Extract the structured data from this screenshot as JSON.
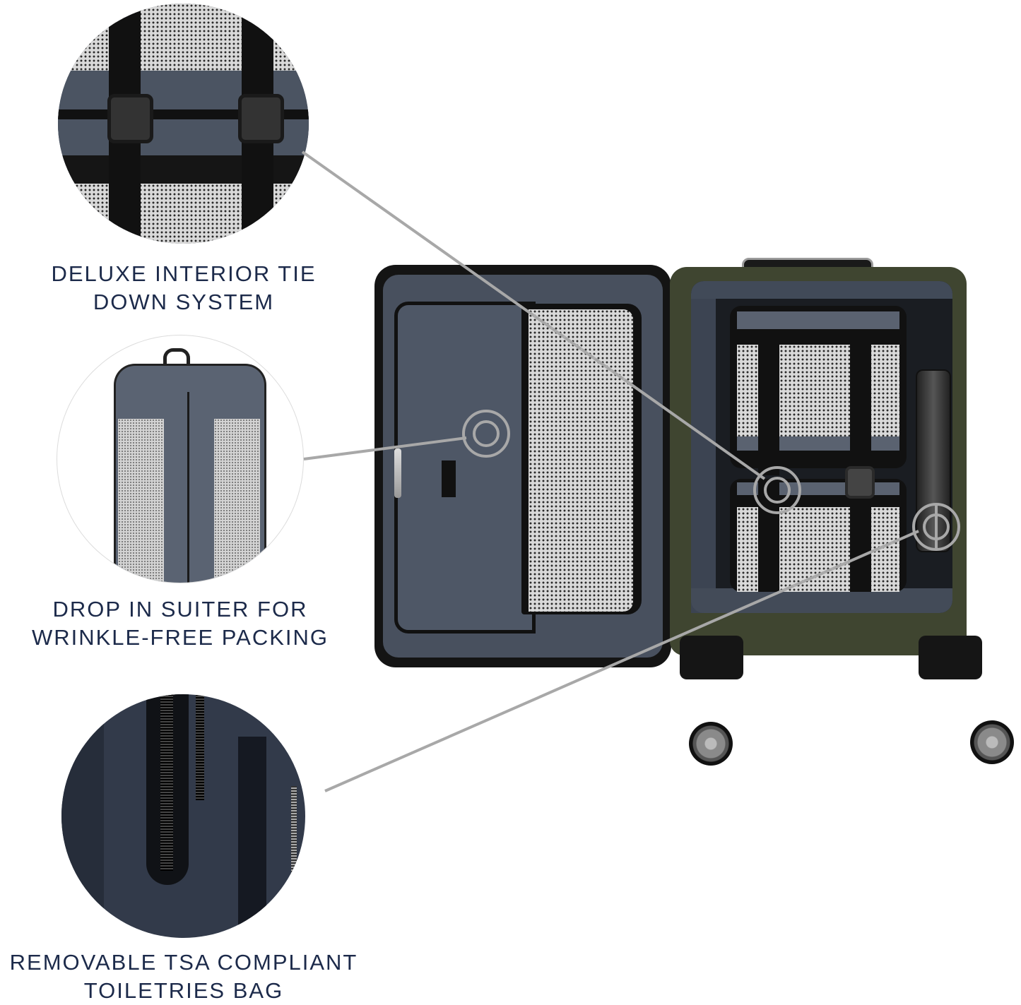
{
  "features": [
    {
      "id": "tie-down",
      "line1": "DELUXE INTERIOR TIE",
      "line2": "DOWN SYSTEM"
    },
    {
      "id": "suiter",
      "line1": "DROP IN SUITER FOR",
      "line2": "WRINKLE-FREE PACKING"
    },
    {
      "id": "toiletries",
      "line1": "REMOVABLE TSA COMPLIANT",
      "line2": "TOILETRIES BAG"
    }
  ],
  "colors": {
    "caption_text": "#1c2a4a",
    "callout_line": "#a8a8a8",
    "lining": "#4a5260",
    "shell_olive": "#3f4530",
    "strap": "#111111"
  }
}
